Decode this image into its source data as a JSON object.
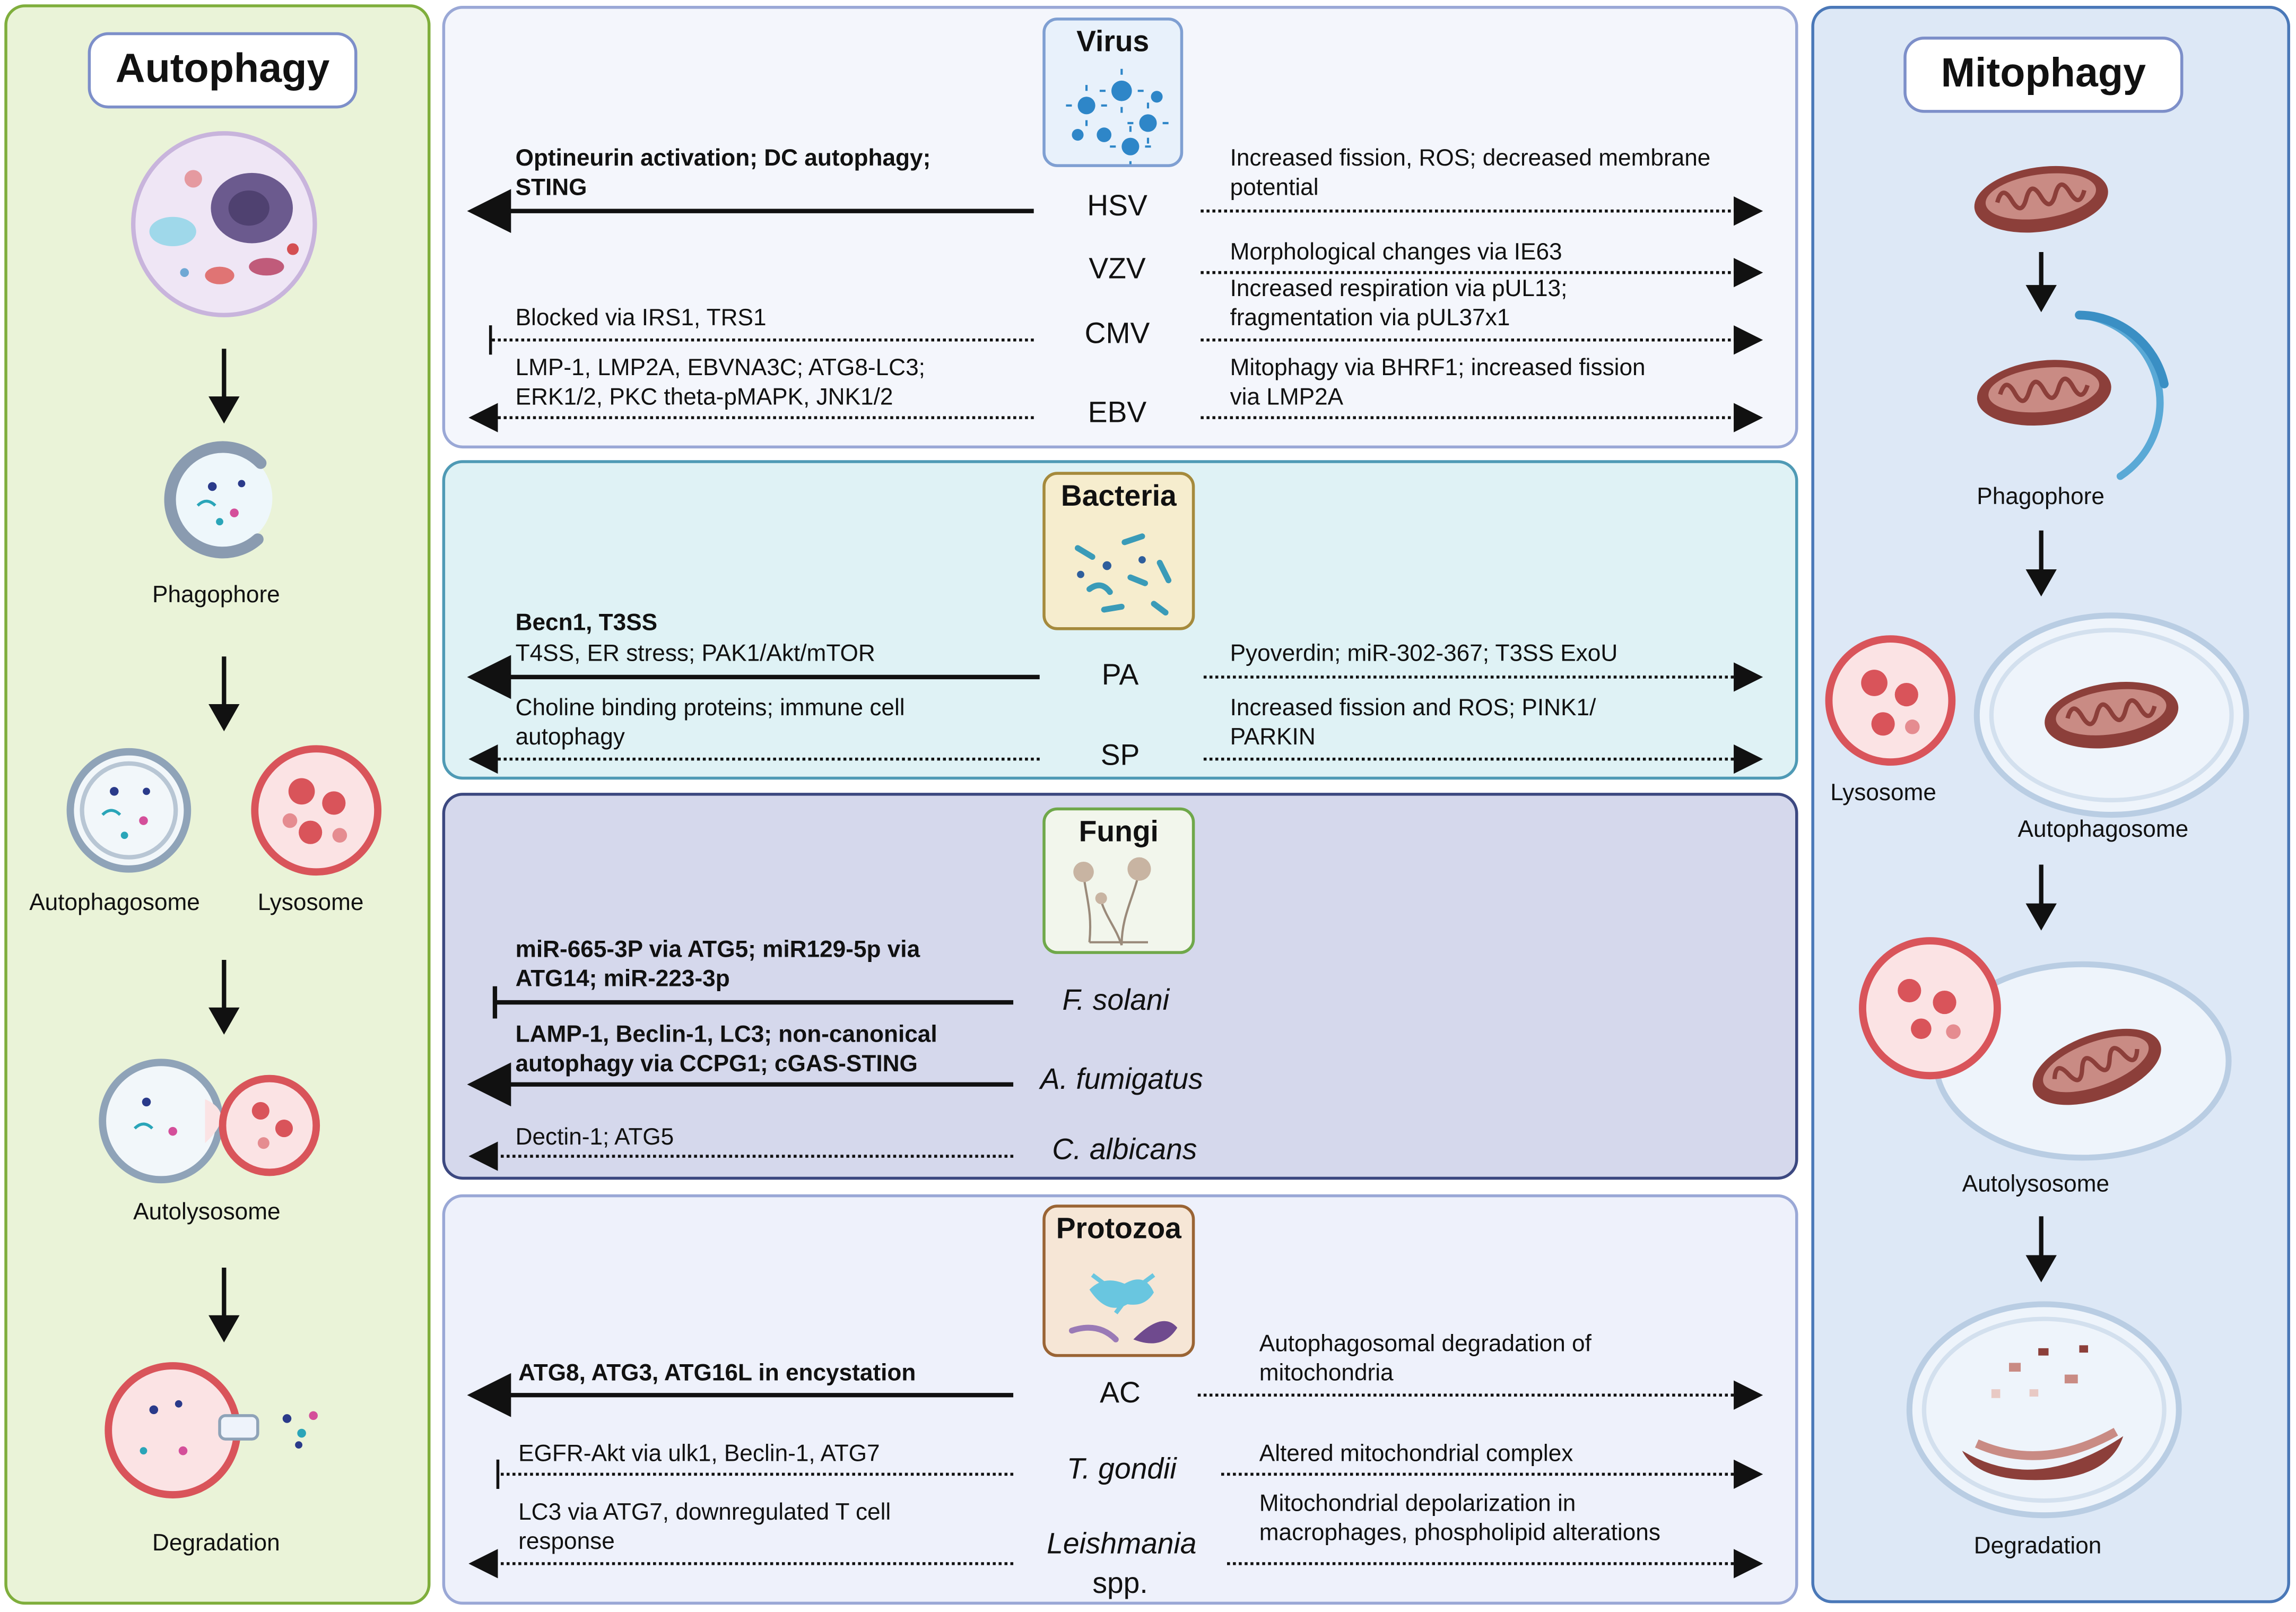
{
  "left": {
    "title": "Autophagy",
    "labels": {
      "phagophore": "Phagophore",
      "autophagosome": "Autophagosome",
      "lysosome": "Lysosome",
      "autolysosome": "Autolysosome",
      "degradation": "Degradation"
    }
  },
  "right": {
    "title": "Mitophagy",
    "labels": {
      "phagophore": "Phagophore",
      "lysosome": "Lysosome",
      "autophagosome": "Autophagosome",
      "autolysosome": "Autolysosome",
      "degradation": "Degradation"
    }
  },
  "sections": {
    "virus": {
      "title": "Virus",
      "rows": [
        {
          "name": "HSV",
          "left": [
            "Optineurin activation; DC autophagy;",
            "STING"
          ],
          "right": [
            "Increased fission, ROS; decreased membrane",
            "potential"
          ]
        },
        {
          "name": "VZV",
          "left": [],
          "right": [
            "Morphological changes via IE63"
          ]
        },
        {
          "name": "CMV",
          "left": [
            "Blocked via IRS1, TRS1"
          ],
          "right": [
            "Increased respiration via pUL13;",
            "fragmentation via pUL37x1"
          ]
        },
        {
          "name": "EBV",
          "left": [
            "LMP-1, LMP2A, EBVNA3C; ATG8-LC3;",
            "ERK1/2, PKC theta-pMAPK, JNK1/2"
          ],
          "right": [
            "Mitophagy via BHRF1; increased fission",
            "via LMP2A"
          ]
        }
      ]
    },
    "bacteria": {
      "title": "Bacteria",
      "rows": [
        {
          "name": "PA",
          "left": [
            "Becn1, T3SS",
            "T4SS, ER stress; PAK1/Akt/mTOR"
          ],
          "right": [
            "Pyoverdin; miR-302-367; T3SS ExoU"
          ]
        },
        {
          "name": "SP",
          "left": [
            "Choline binding proteins; immune cell",
            "autophagy"
          ],
          "right": [
            "Increased fission and ROS; PINK1/",
            "PARKIN"
          ]
        }
      ]
    },
    "fungi": {
      "title": "Fungi",
      "rows": [
        {
          "name": "F. solani",
          "left": [
            "miR-665-3P via ATG5; miR129-5p via",
            "ATG14; miR-223-3p"
          ]
        },
        {
          "name": "A. fumigatus",
          "left": [
            "LAMP-1, Beclin-1, LC3; non-canonical",
            "autophagy via CCPG1; cGAS-STING"
          ]
        },
        {
          "name": "C. albicans",
          "left": [
            "Dectin-1; ATG5"
          ]
        }
      ]
    },
    "protozoa": {
      "title": "Protozoa",
      "rows": [
        {
          "name": "AC",
          "left": [
            "ATG8, ATG3, ATG16L in encystation"
          ],
          "right": [
            "Autophagosomal degradation of",
            "mitochondria"
          ]
        },
        {
          "name": "T. gondii",
          "left": [
            "EGFR-Akt via ulk1, Beclin-1, ATG7"
          ],
          "right": [
            "Altered mitochondrial complex"
          ]
        },
        {
          "name": "Leishmania",
          "name2": "spp.",
          "left": [
            "LC3 via ATG7, downregulated T cell",
            "response"
          ],
          "right": [
            "Mitochondrial depolarization in",
            "macrophages, phospholipid alterations"
          ]
        }
      ]
    }
  },
  "colors": {
    "autophagy_panel": "#eaf3d8",
    "autophagy_border": "#7fae3c",
    "mitophagy_panel": "#dde8f6",
    "mitophagy_border": "#4a78b8",
    "virus_panel": "#f4f6fc",
    "bacteria_panel": "#dff2f5",
    "fungi_panel": "#d5d8ec",
    "protozoa_panel": "#eef1fb",
    "lysosome": "#d9545a",
    "mitochondrion": "#8c3f3a"
  },
  "icons": [
    "virus-icon",
    "bacteria-icon",
    "fungi-icon",
    "protozoa-icon",
    "mitochondrion-icon",
    "lysosome-icon",
    "phagophore-icon",
    "cell-icon"
  ]
}
